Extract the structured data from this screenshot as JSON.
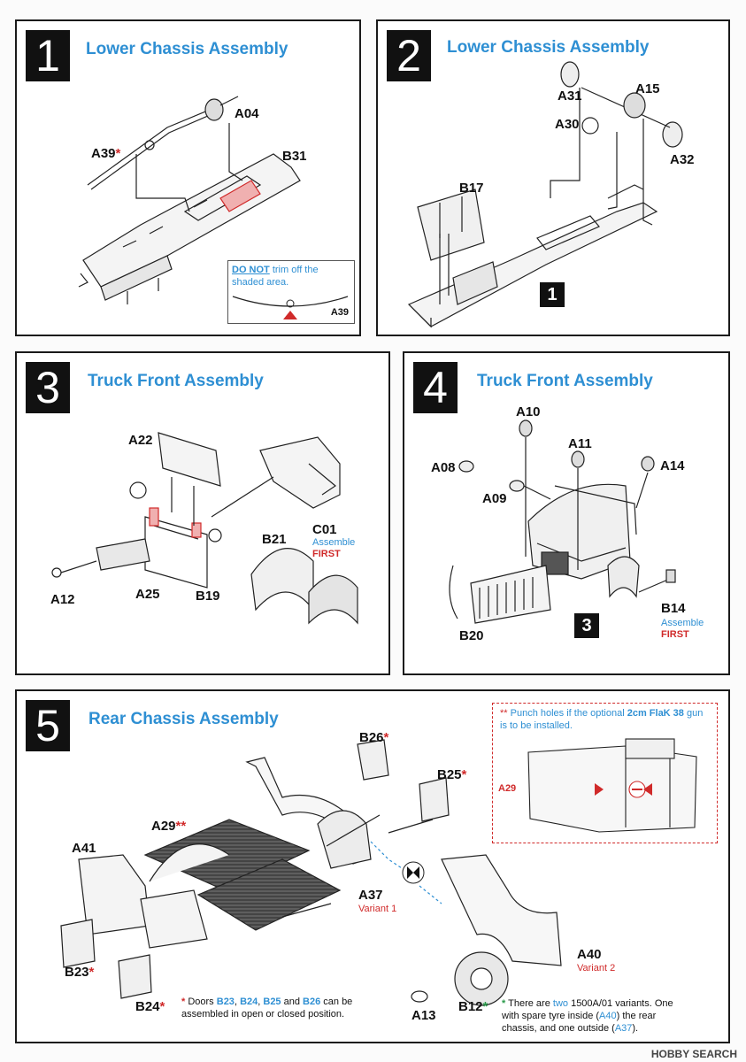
{
  "steps": [
    {
      "number": "1",
      "title": "Lower Chassis Assembly",
      "labels": {
        "a04": "A04",
        "a39": "A39",
        "b31": "B31"
      },
      "callout": {
        "do_not": "DO NOT",
        "text": " trim off the shaded area.",
        "part": "A39"
      }
    },
    {
      "number": "2",
      "title": "Lower Chassis Assembly",
      "labels": {
        "a31": "A31",
        "a15": "A15",
        "a30": "A30",
        "a32": "A32",
        "b17": "B17"
      },
      "ref": "1"
    },
    {
      "number": "3",
      "title": "Truck Front Assembly",
      "labels": {
        "a22": "A22",
        "c01": "C01",
        "b21": "B21",
        "a12": "A12",
        "a25": "A25",
        "b19": "B19"
      },
      "assemble": "Assemble",
      "first": "FIRST"
    },
    {
      "number": "4",
      "title": "Truck Front Assembly",
      "labels": {
        "a10": "A10",
        "a11": "A11",
        "a08": "A08",
        "a14": "A14",
        "a09": "A09",
        "b14": "B14",
        "b20": "B20"
      },
      "assemble": "Assemble",
      "first": "FIRST",
      "ref": "3"
    },
    {
      "number": "5",
      "title": "Rear Chassis Assembly",
      "labels": {
        "b26": "B26",
        "b25": "B25",
        "a29": "A29",
        "a41": "A41",
        "a37": "A37",
        "a40": "A40",
        "b23": "B23",
        "b24": "B24",
        "a13": "A13",
        "b12": "B12"
      },
      "variant1": "Variant 1",
      "variant2": "Variant 2",
      "inset": {
        "stars": "**",
        "text1": " Punch holes if the optional ",
        "highlight": "2cm FlaK 38",
        "text2": " gun is to be installed.",
        "part": "A29"
      },
      "note_doors": {
        "star": "*",
        "t1": " Doors ",
        "b23": "B23",
        "c1": ", ",
        "b24": "B24",
        "c2": ", ",
        "b25": "B25",
        "t2": " and ",
        "b26": "B26",
        "t3": " can be assembled in open or closed position."
      },
      "note_variants": {
        "star": "*",
        "t1": " There are ",
        "two": "two",
        "t2": " 1500A/01 variants. One with spare tyre inside (",
        "a40": "A40",
        "t3": ") the rear chassis, and one outside (",
        "a37": "A37",
        "t4": ")."
      }
    }
  ],
  "watermark": "HOBBY SEARCH",
  "colors": {
    "accent_blue": "#2e8fd3",
    "warning_red": "#d02a2a",
    "note_green": "#2a9a4a"
  }
}
